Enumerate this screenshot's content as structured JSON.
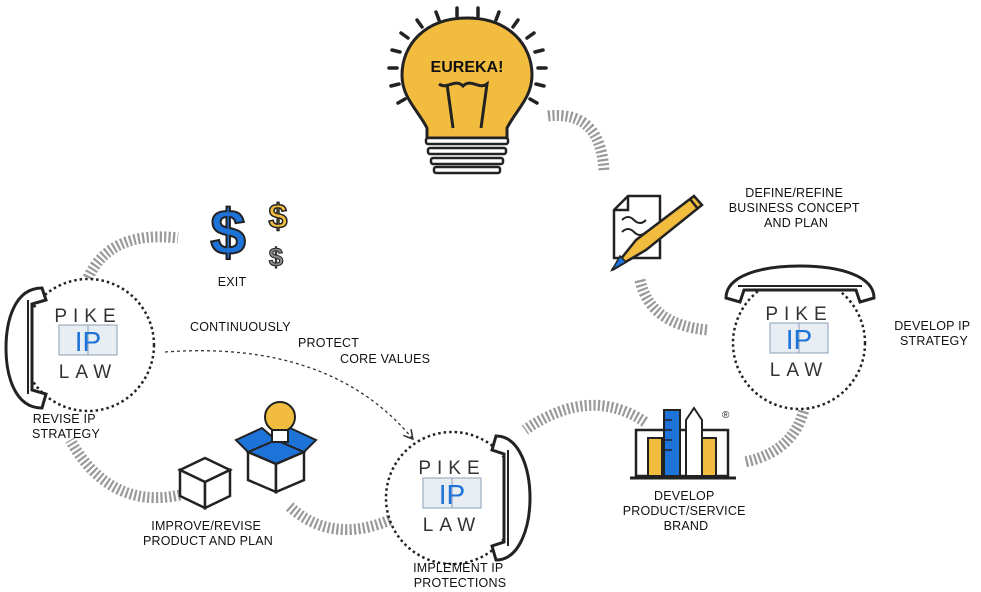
{
  "bulb": {
    "text": "EUREKA!"
  },
  "logo": {
    "top": "PIKE",
    "middle": "IP",
    "bottom": "LAW"
  },
  "steps": {
    "define": [
      "DEFINE/REFINE",
      "BUSINESS CONCEPT",
      "AND PLAN"
    ],
    "develop_ip": [
      "DEVELOP IP",
      "STRATEGY"
    ],
    "brand": [
      "DEVELOP",
      "PRODUCT/SERVICE",
      "BRAND"
    ],
    "implement": [
      "IMPLEMENT IP",
      "PROTECTIONS"
    ],
    "improve": [
      "IMPROVE/REVISE",
      "PRODUCT AND PLAN"
    ],
    "revise": [
      "REVISE IP",
      "STRATEGY"
    ],
    "exit": [
      "EXIT"
    ]
  },
  "protect_note": [
    "CONTINUOUSLY",
    "PROTECT",
    "CORE VALUES"
  ],
  "registered_mark": "®",
  "colors": {
    "accent_yellow": "#f2bd3f",
    "accent_blue": "#1e73d8",
    "arc_gray": "#9a9a9a",
    "ink": "#222222"
  }
}
